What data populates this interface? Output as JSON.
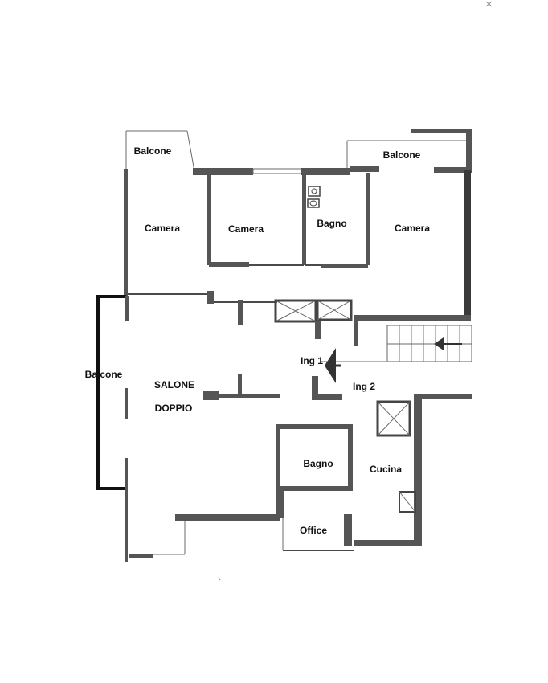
{
  "rooms": {
    "balcone_nw": "Balcone",
    "balcone_ne": "Balcone",
    "balcone_w": "Balcone",
    "camera_1": "Camera",
    "camera_2": "Camera",
    "camera_3": "Camera",
    "bagno_1": "Bagno",
    "bagno_2": "Bagno",
    "salone_line1": "SALONE",
    "salone_line2": "DOPPIO",
    "ingresso_1": "Ing 1",
    "ingresso_2": "Ing 2",
    "cucina": "Cucina",
    "office": "Office"
  },
  "colors": {
    "wall": "#555555",
    "balcony_rail": "#111111"
  },
  "icons": [
    "entrance-arrow-icon",
    "stairs-arrow-icon",
    "sink-icon",
    "toilet-icon"
  ]
}
